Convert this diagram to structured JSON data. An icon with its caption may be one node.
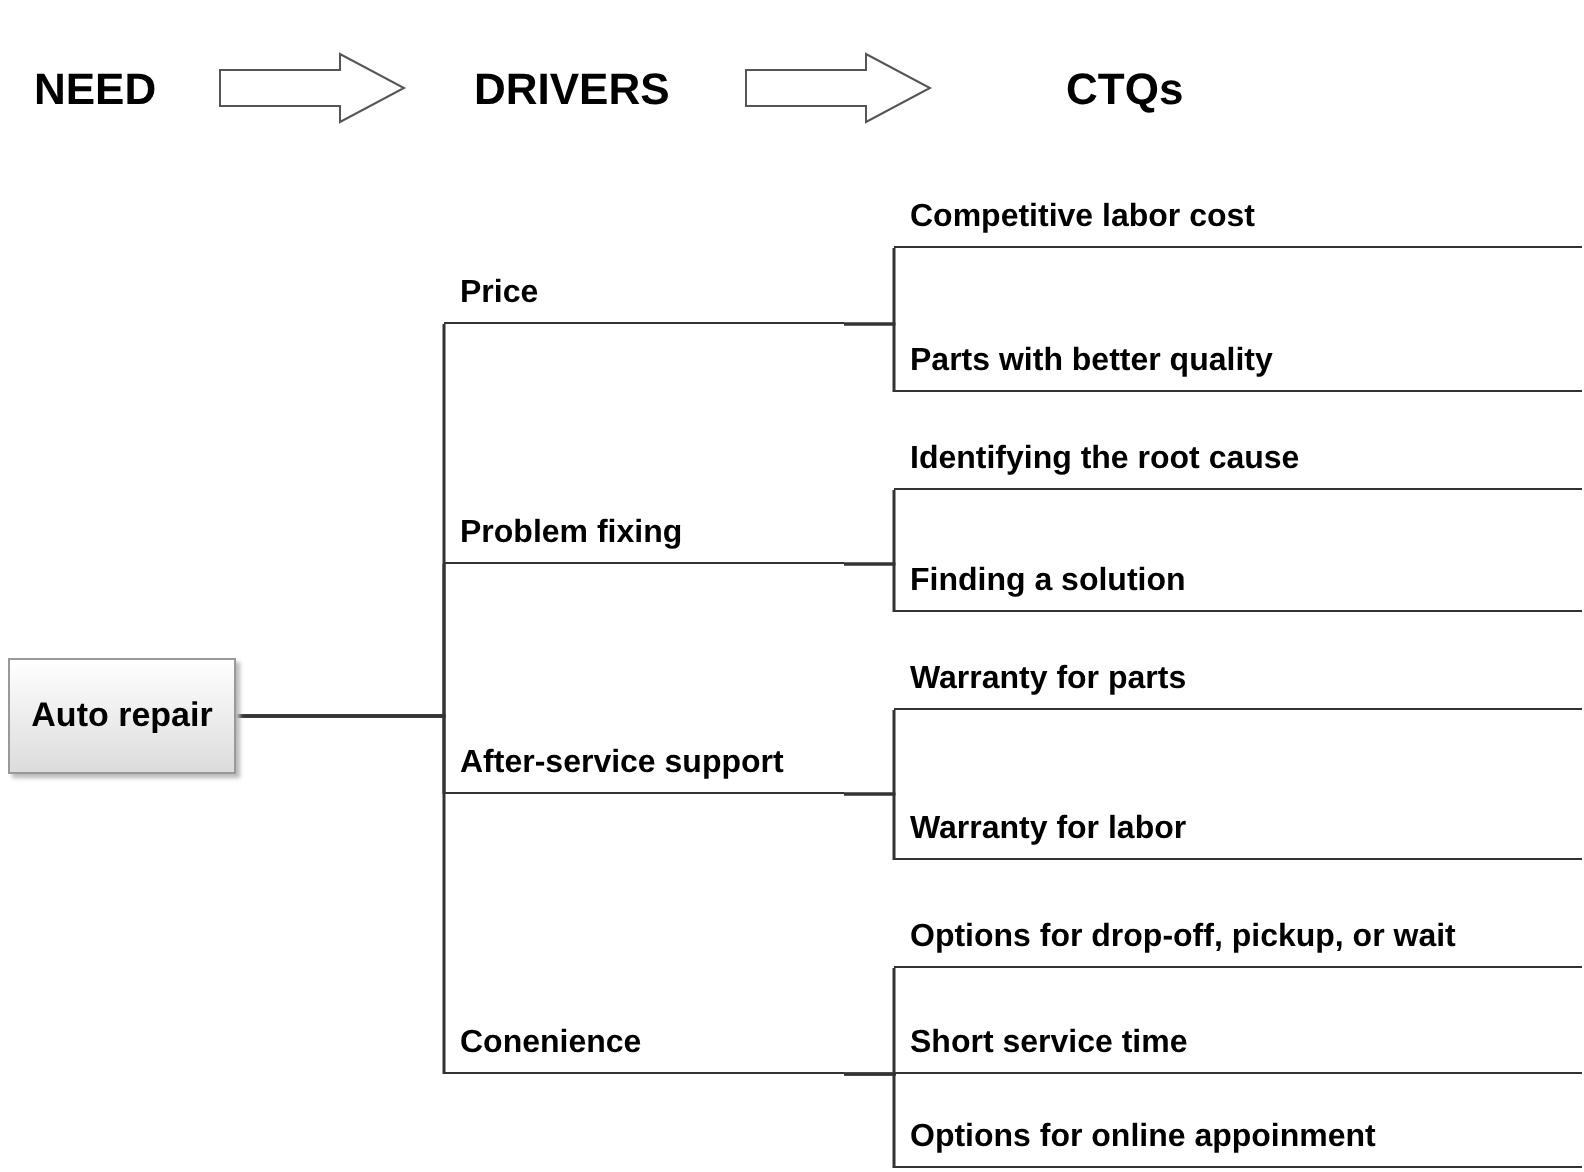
{
  "diagram": {
    "nodes": [
      {
        "text": [
          "NEED"
        ]
      },
      {
        "text": [
          "DRIVERS"
        ]
      },
      {
        "text": [
          "CTQs"
        ]
      },
      {
        "text": [
          "Auto repair"
        ]
      },
      {
        "text": [
          "Price"
        ]
      },
      {
        "text": [
          "Problem fixing"
        ]
      },
      {
        "text": [
          "After-service support"
        ]
      },
      {
        "text": [
          "Conenience"
        ]
      },
      {
        "text": [
          "Competitive labor cost"
        ]
      },
      {
        "text": [
          "Parts with better quality"
        ]
      },
      {
        "text": [
          "Identifying the root cause"
        ]
      },
      {
        "text": [
          "Finding a solution"
        ]
      },
      {
        "text": [
          "Warranty for parts"
        ]
      },
      {
        "text": [
          "Warranty for labor"
        ]
      },
      {
        "text": [
          "Options for drop-off, pickup, or wait"
        ]
      },
      {
        "text": [
          "Short service time"
        ]
      },
      {
        "text": [
          "Options for online appoinment"
        ]
      }
    ],
    "edges": [
      {
        "from": 0,
        "to": 1,
        "arrow": "to"
      },
      {
        "from": 1,
        "to": 2,
        "arrow": "to"
      },
      {
        "from": 3,
        "to": 4,
        "arrow": "none"
      },
      {
        "from": 3,
        "to": 5,
        "arrow": "none"
      },
      {
        "from": 3,
        "to": 6,
        "arrow": "none"
      },
      {
        "from": 3,
        "to": 7,
        "arrow": "none"
      },
      {
        "from": 4,
        "to": 8,
        "arrow": "none"
      },
      {
        "from": 4,
        "to": 9,
        "arrow": "none"
      },
      {
        "from": 5,
        "to": 10,
        "arrow": "none"
      },
      {
        "from": 5,
        "to": 11,
        "arrow": "none"
      },
      {
        "from": 6,
        "to": 12,
        "arrow": "none"
      },
      {
        "from": 6,
        "to": 13,
        "arrow": "none"
      },
      {
        "from": 7,
        "to": 14,
        "arrow": "none"
      },
      {
        "from": 7,
        "to": 15,
        "arrow": "none"
      },
      {
        "from": 7,
        "to": 16,
        "arrow": "none"
      }
    ]
  }
}
